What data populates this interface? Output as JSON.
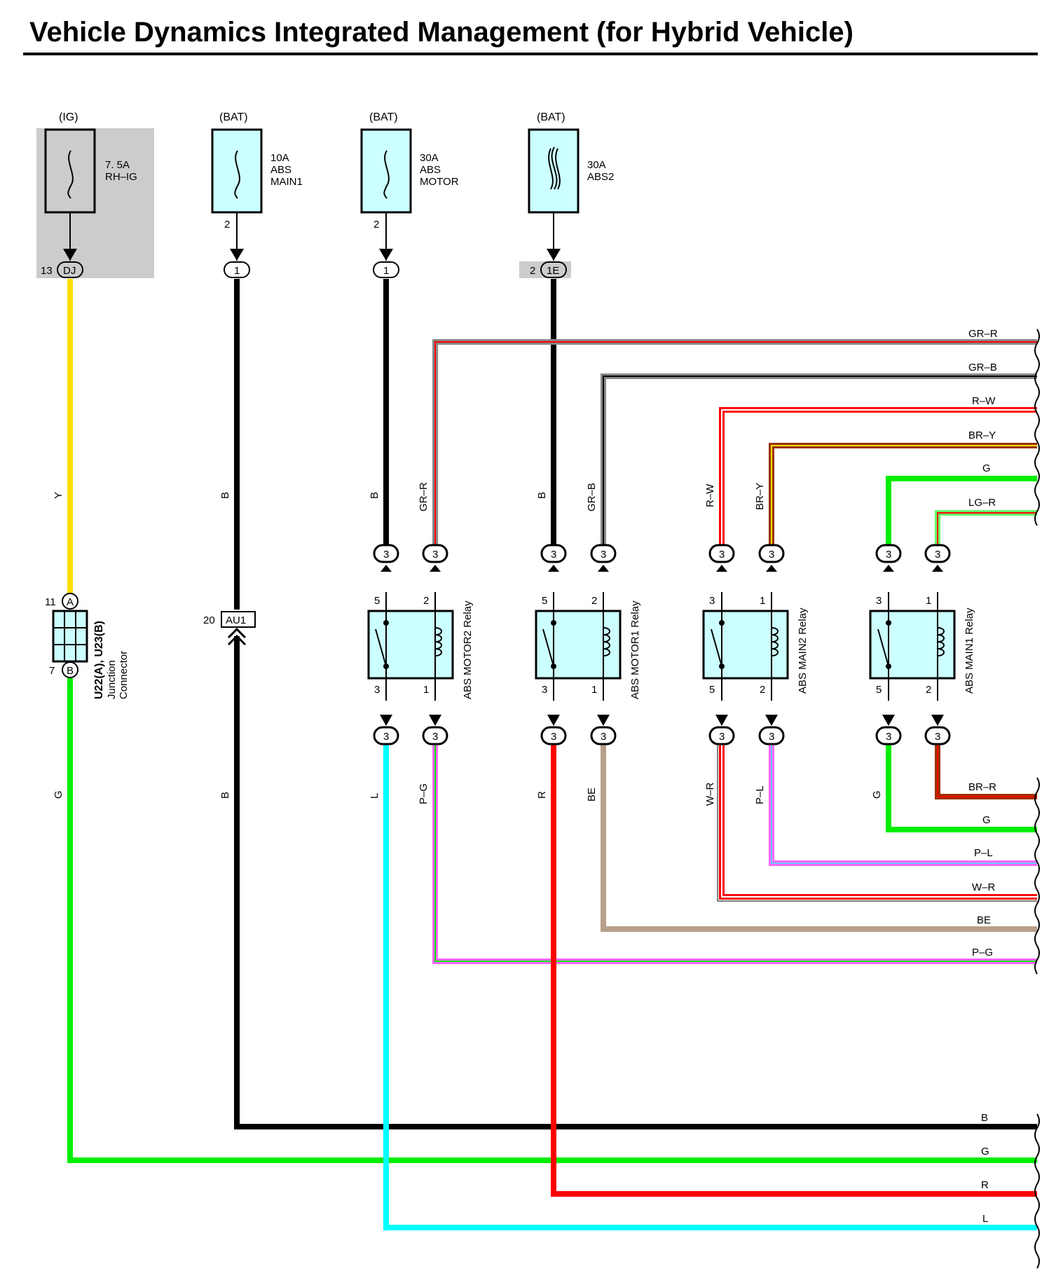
{
  "title": "Vehicle Dynamics Integrated Management (for Hybrid Vehicle)",
  "fuses": [
    {
      "source": "(IG)",
      "rating": "7. 5A",
      "name": "RH–IG",
      "name2": ""
    },
    {
      "source": "(BAT)",
      "rating": "10A",
      "name": "ABS",
      "name2": "MAIN1"
    },
    {
      "source": "(BAT)",
      "rating": "30A",
      "name": "ABS",
      "name2": "MOTOR"
    },
    {
      "source": "(BAT)",
      "rating": "30A",
      "name": "ABS2",
      "name2": ""
    }
  ],
  "fuse_pins": [
    "2",
    "2",
    "2"
  ],
  "connectors_top": [
    {
      "pin": "13",
      "code": "DJ"
    },
    {
      "pin": "",
      "code": "1"
    },
    {
      "pin": "",
      "code": "1"
    },
    {
      "pin": "2",
      "code": "1E"
    }
  ],
  "junction": {
    "pin_top": "11",
    "code_top": "A",
    "pin_bottom": "7",
    "code_bottom": "B",
    "label1": "U22(A), U23(B)",
    "label2": "Junction",
    "label3": "Connector"
  },
  "au1": {
    "pin": "20",
    "code": "AU1"
  },
  "relays": [
    {
      "name": "ABS MOTOR2 Relay",
      "pins": [
        "5",
        "2",
        "3",
        "1"
      ]
    },
    {
      "name": "ABS MOTOR1 Relay",
      "pins": [
        "5",
        "2",
        "3",
        "1"
      ]
    },
    {
      "name": "ABS MAIN2 Relay",
      "pins": [
        "3",
        "1",
        "5",
        "2"
      ]
    },
    {
      "name": "ABS MAIN1 Relay",
      "pins": [
        "3",
        "1",
        "5",
        "2"
      ]
    }
  ],
  "relay_connector_code": "3",
  "wire_labels_vertical": {
    "y": "Y",
    "g": "G",
    "b1": "B",
    "b2": "B",
    "b3": "B",
    "grr": "GR–R",
    "b4": "B",
    "grb": "GR–B",
    "rw": "R–W",
    "bry": "BR–Y",
    "l": "L",
    "pg": "P–G",
    "r": "R",
    "be": "BE",
    "wr": "W–R",
    "pl": "P–L",
    "g2": "G"
  },
  "wire_labels_right": [
    "GR–R",
    "GR–B",
    "R–W",
    "BR–Y",
    "G",
    "LG–R",
    "BR–R",
    "G",
    "P–L",
    "W–R",
    "BE",
    "P–G",
    "B",
    "G",
    "R",
    "L"
  ],
  "colors": {
    "yellow": "#ffdd00",
    "green": "#00ee00",
    "black": "#000000",
    "red": "#ff0000",
    "cyan": "#00ffff",
    "tan": "#b8a08a",
    "gray": "#888888",
    "brown": "#993300",
    "pink": "#ff66ff",
    "lightgreen": "#66ff66",
    "relay_fill": "#ccffff",
    "shade": "#cccccc"
  }
}
